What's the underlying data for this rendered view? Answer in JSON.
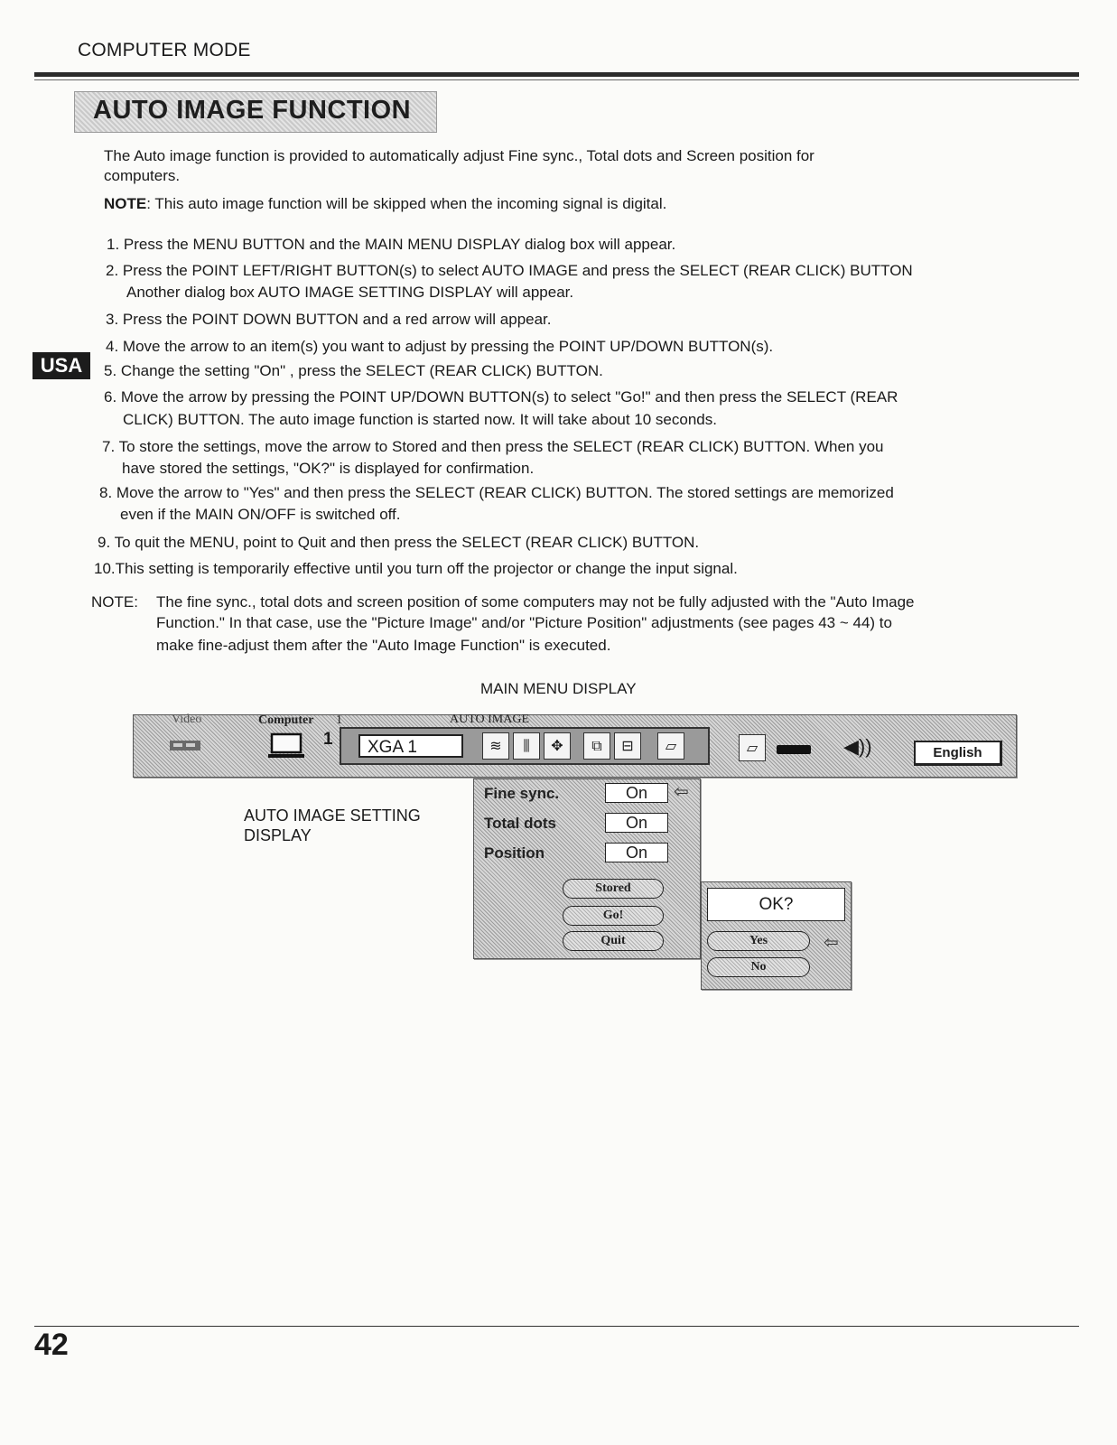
{
  "header": {
    "mode_title": "COMPUTER MODE"
  },
  "section": {
    "title": "AUTO IMAGE FUNCTION"
  },
  "intro": {
    "line1": "The Auto image function is provided to automatically adjust Fine sync., Total dots and Screen position for",
    "line2": "computers.",
    "note_label": "NOTE",
    "note_text": ": This auto image function will be skipped when the incoming signal is digital."
  },
  "badge": "USA",
  "steps": [
    {
      "num": "1.",
      "lines": [
        "Press the MENU BUTTON and the MAIN MENU DISPLAY dialog box will appear."
      ]
    },
    {
      "num": "2.",
      "lines": [
        "Press the POINT LEFT/RIGHT BUTTON(s) to select AUTO IMAGE and press the SELECT (REAR CLICK) BUTTON",
        "Another dialog  box AUTO IMAGE SETTING DISPLAY will appear."
      ]
    },
    {
      "num": "3.",
      "lines": [
        "Press the POINT DOWN BUTTON and a red arrow will appear."
      ]
    },
    {
      "num": "4.",
      "lines": [
        "Move the arrow to an item(s) you want to adjust by pressing the POINT UP/DOWN BUTTON(s)."
      ]
    },
    {
      "num": "5.",
      "lines": [
        "Change the setting \"On\" , press the SELECT (REAR CLICK) BUTTON."
      ]
    },
    {
      "num": "6.",
      "lines": [
        "Move the arrow by pressing the POINT UP/DOWN BUTTON(s) to select \"Go!\" and then press the SELECT (REAR",
        "CLICK) BUTTON. The auto image function is started now. It will take about 10 seconds."
      ]
    },
    {
      "num": "7.",
      "lines": [
        "To store the settings, move the arrow to Stored and then press the SELECT (REAR CLICK) BUTTON.  When you",
        "have stored the settings, \"OK?\" is displayed for confirmation."
      ]
    },
    {
      "num": "8.",
      "lines": [
        "Move the arrow to \"Yes\" and then press the SELECT (REAR CLICK) BUTTON. The stored settings are memorized",
        "even if the MAIN ON/OFF is switched off."
      ]
    },
    {
      "num": "9.",
      "lines": [
        "To quit the MENU, point to Quit and then press the SELECT (REAR CLICK) BUTTON."
      ]
    },
    {
      "num": "10.",
      "lines": [
        "This setting is temporarily effective until you turn off the projector or change the input signal."
      ]
    }
  ],
  "note2": {
    "label": "NOTE:",
    "line1": "The fine sync., total dots and screen position of some computers may not be fully adjusted with the \"Auto Image",
    "line2": "Function.\"  In that case, use the \"Picture Image\" and/or \"Picture Position\" adjustments (see pages 43 ~ 44) to",
    "line3": "make fine-adjust them after the \"Auto Image Function\" is executed."
  },
  "figure": {
    "main_menu_caption": "MAIN MENU DISPLAY",
    "setting_caption_line1": "AUTO IMAGE SETTING",
    "setting_caption_line2": "DISPLAY",
    "menubar": {
      "video_label": "Video",
      "computer_label": "Computer",
      "computer_index_small": "1",
      "computer_number": "1",
      "auto_image_label": "AUTO IMAGE",
      "input_value": "XGA 1",
      "language": "English"
    },
    "settings": [
      {
        "label": "Fine sync.",
        "value": "On"
      },
      {
        "label": "Total dots",
        "value": "On"
      },
      {
        "label": "Position",
        "value": "On"
      }
    ],
    "buttons": {
      "stored": "Stored",
      "go": "Go!",
      "quit": "Quit"
    },
    "confirm": {
      "prompt": "OK?",
      "yes": "Yes",
      "no": "No"
    }
  },
  "footer": {
    "page_number": "42"
  }
}
